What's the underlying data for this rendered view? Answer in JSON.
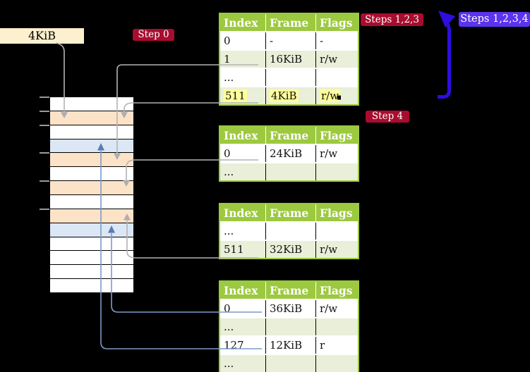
{
  "labels": {
    "page_size": "4KiB",
    "step0": "Step 0",
    "steps123": "Steps 1,2,3",
    "steps1234": "Steps 1,2,3,4",
    "step4": "Step 4"
  },
  "colors": {
    "crimson": "#a80c2f",
    "violet": "#5c33ee",
    "deep_blue": "#2d0ede",
    "header_green": "#9cc93f",
    "row_green": "#e9efd8",
    "peach": "#fce3c7",
    "light_blue": "#dbe7f5",
    "cream": "#fcf0cf",
    "highlight_yellow": "#ffff9c",
    "gray_arrow": "#b3b3b3",
    "gray_head": "#aeaeae",
    "blue_arrow": "#7d9ac8",
    "blue_head": "#5a7ab2"
  },
  "page_tables": [
    {
      "headers": [
        "Index",
        "Frame",
        "Flags"
      ],
      "rows": [
        {
          "cells": [
            "0",
            "-",
            "-"
          ],
          "highlight": false
        },
        {
          "cells": [
            "1",
            "16KiB",
            "r/w"
          ],
          "highlight": false
        },
        {
          "cells": [
            "...",
            "",
            ""
          ],
          "highlight": false
        },
        {
          "cells": [
            "511",
            "4KiB",
            "r/w"
          ],
          "highlight": true
        }
      ]
    },
    {
      "headers": [
        "Index",
        "Frame",
        "Flags"
      ],
      "rows": [
        {
          "cells": [
            "0",
            "24KiB",
            "r/w"
          ],
          "highlight": false
        },
        {
          "cells": [
            "...",
            "",
            ""
          ],
          "highlight": false
        }
      ]
    },
    {
      "headers": [
        "Index",
        "Frame",
        "Flags"
      ],
      "rows": [
        {
          "cells": [
            "...",
            "",
            ""
          ],
          "highlight": false
        },
        {
          "cells": [
            "511",
            "32KiB",
            "r/w"
          ],
          "highlight": false
        }
      ]
    },
    {
      "headers": [
        "Index",
        "Frame",
        "Flags"
      ],
      "rows": [
        {
          "cells": [
            "0",
            "36KiB",
            "r/w"
          ],
          "highlight": false
        },
        {
          "cells": [
            "...",
            "",
            ""
          ],
          "highlight": false
        },
        {
          "cells": [
            "127",
            "12KiB",
            "r"
          ],
          "highlight": false
        },
        {
          "cells": [
            "...",
            "",
            ""
          ],
          "highlight": false
        }
      ]
    }
  ],
  "memory_strip": {
    "rows": [
      "white",
      "peach",
      "white",
      "blue",
      "peach",
      "white",
      "peach",
      "white",
      "peach",
      "blue",
      "white",
      "white",
      "white",
      "white"
    ],
    "tick_y": [
      137,
      157,
      177,
      216,
      256,
      296
    ]
  },
  "connections": [
    {
      "from": "4KiB label",
      "to": "memory frame row 2",
      "color": "gray"
    },
    {
      "from": "table1 row 1 (16KiB)",
      "to": "memory frame row 5",
      "color": "gray"
    },
    {
      "from": "table1 row 511 (4KiB)",
      "to": "memory frame row 2",
      "color": "gray"
    },
    {
      "from": "table2 row 0 (24KiB)",
      "to": "memory frame row 7",
      "color": "gray"
    },
    {
      "from": "table3 row 511 (32KiB)",
      "to": "memory frame row 9",
      "color": "gray"
    },
    {
      "from": "table4 row 0 (36KiB)",
      "to": "memory frame row 10",
      "color": "blue"
    },
    {
      "from": "table4 row 127 (12KiB)",
      "to": "memory frame row 4",
      "color": "blue"
    },
    {
      "from": "bottom of table1",
      "to": "Steps 1,2,3 label",
      "color": "deep-blue thick loop arrow"
    }
  ]
}
